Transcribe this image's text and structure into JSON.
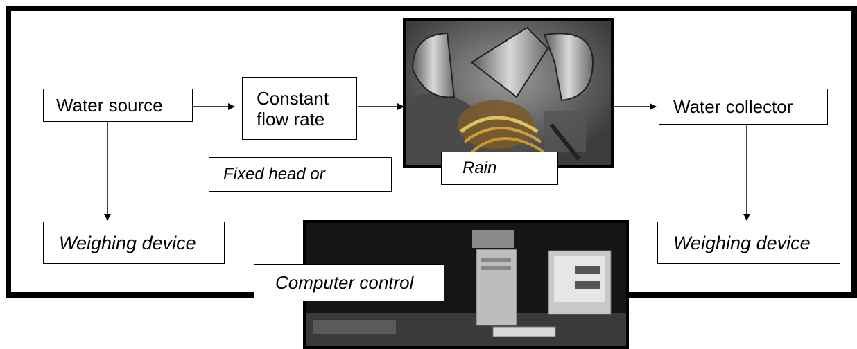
{
  "boxes": {
    "water_source": "Water source",
    "constant_flow_line1": "Constant",
    "constant_flow_line2": "flow rate",
    "fixed_head": "Fixed head or",
    "rain": "Rain",
    "water_collector": "Water collector",
    "weighing_device_left": "Weighing device",
    "weighing_device_right": "Weighing device",
    "computer_control": "Computer control"
  },
  "photos": {
    "top": "rain-gauge-photo",
    "bottom": "computer-setup-photo"
  }
}
